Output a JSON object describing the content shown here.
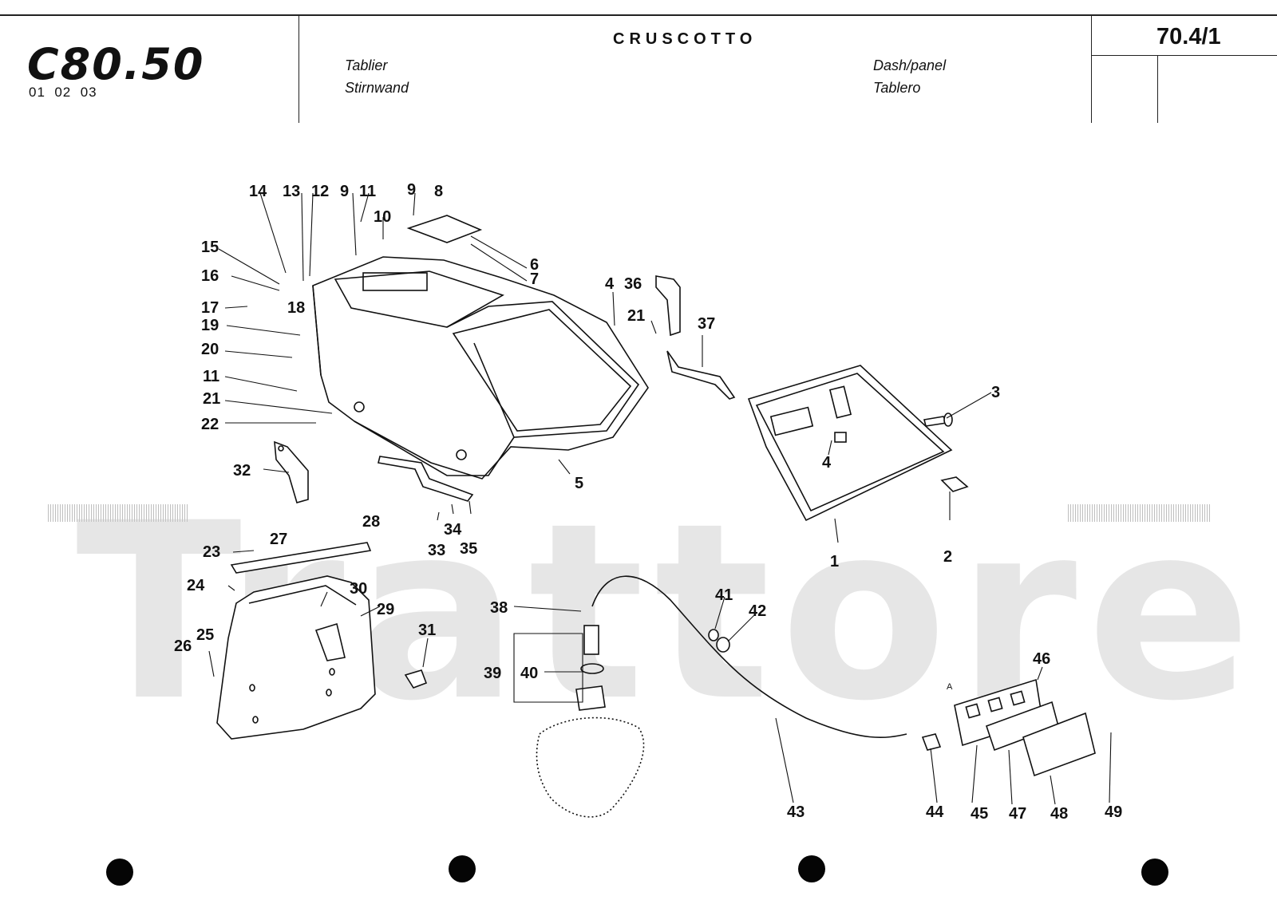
{
  "header": {
    "model_logo": "C80.50",
    "model_codes": "01  02  03",
    "title_it": "CRUSCOTTO",
    "title_fr": "Tablier",
    "title_de": "Stirnwand",
    "title_en": "Dash/panel",
    "title_es": "Tablero",
    "page_number": "70.4/1"
  },
  "watermark": {
    "text": "Trattore.iT"
  },
  "diagram": {
    "subject": "exploded view of dash panel assembly",
    "callouts": [
      "1",
      "2",
      "3",
      "4",
      "4",
      "5",
      "6",
      "7",
      "8",
      "9",
      "9",
      "10",
      "11",
      "11",
      "12",
      "13",
      "14",
      "15",
      "16",
      "17",
      "18",
      "19",
      "20",
      "21",
      "21",
      "22",
      "23",
      "24",
      "25",
      "26",
      "27",
      "28",
      "29",
      "30",
      "31",
      "32",
      "33",
      "34",
      "35",
      "36",
      "37",
      "38",
      "39",
      "40",
      "41",
      "42",
      "43",
      "44",
      "45",
      "46",
      "47",
      "48",
      "49"
    ],
    "marker_letter": "A"
  },
  "colors": {
    "ink": "#111111",
    "paper": "#ffffff",
    "watermark": "#9a9a9a"
  }
}
